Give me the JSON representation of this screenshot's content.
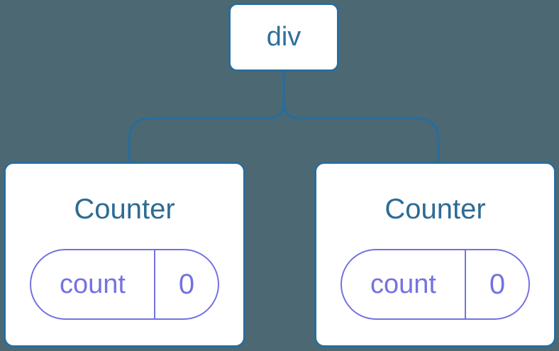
{
  "diagram": {
    "background_color": "#4C6973",
    "node_border_color": "#2B6C99",
    "node_text_color": "#2D6B94",
    "connector_color": "#2B6C99",
    "state_accent_color": "#7472E0",
    "root": {
      "label": "div"
    },
    "children": [
      {
        "title": "Counter",
        "state": {
          "key": "count",
          "value": "0"
        }
      },
      {
        "title": "Counter",
        "state": {
          "key": "count",
          "value": "0"
        }
      }
    ]
  }
}
